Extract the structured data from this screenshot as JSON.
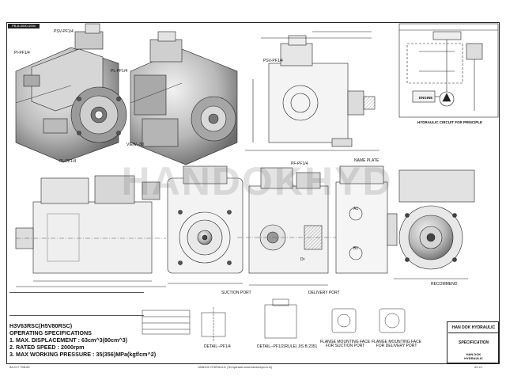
{
  "sheet": {
    "tag": "PB-B-0000-0000",
    "watermark": "HANDOKHYD",
    "model_title": "H3V63RSC(H5V80RSC)",
    "specs_heading": "OPERATING SPECIFICATIONS",
    "spec_lines": [
      "1. MAX. DISPLACEMENT : 63cm^3(80cm^3)",
      "2. RATED SPEED : 2000rpm",
      "3. MAX WORKING PRESSURE : 35(356)MPa(kgf/cm^2)"
    ]
  },
  "views": {
    "view_3d": "VIEW--3D",
    "detail_pf1_4": "DETAIL--PF1/4",
    "detail_pf1_rule": "DETAIL--PF1/2(RULE) JIS B 2351",
    "flange_suction": "FLANGE MOUNTING FACE\nFOR SUCTION PORT",
    "flange_delivery": "FLANGE MOUNTING FACE\nFOR DELIVERY PORT",
    "hydraulic_circuit": "HYDRAULIC CIRCUIT FOR PRINCIPLE",
    "engine": "ENGINE"
  },
  "labels": {
    "psv_pf14": "PSV-PF1/4",
    "pi_pf14_left": "PI-PF1/4",
    "pl_pf14": "PL-PF1/4",
    "pf_pf14": "PF-PF1/4",
    "psv_pf14_b": "PSV-PF1/4",
    "pl_pf14_b": "PL-PF1/4",
    "name_plate": "NAME PLATE",
    "suction_port": "SUCTION PORT",
    "delivery_port": "DELIVERY PORT",
    "a1": "A1",
    "b1": "B1",
    "dr": "Dr",
    "recommend": "RECOMMEND"
  },
  "title_block": {
    "company": "HAN DOK HYDRAULIC",
    "doc": "SPECIFICATION",
    "brand": "HAN DOK\nHYDRAULIC"
  },
  "footer": {
    "left": "BA-C17 TSB-AE",
    "center": "HANDOK HYDRAULIC (Tel:hydraulic-www.handokhyd.co.kr)",
    "right": "A3  1/1"
  },
  "colors": {
    "line": "#222222",
    "hatch": "#555555",
    "fill_light": "#e8e8e8",
    "fill_mid": "#bdbdbd",
    "fill_dark": "#6a6a6a"
  }
}
